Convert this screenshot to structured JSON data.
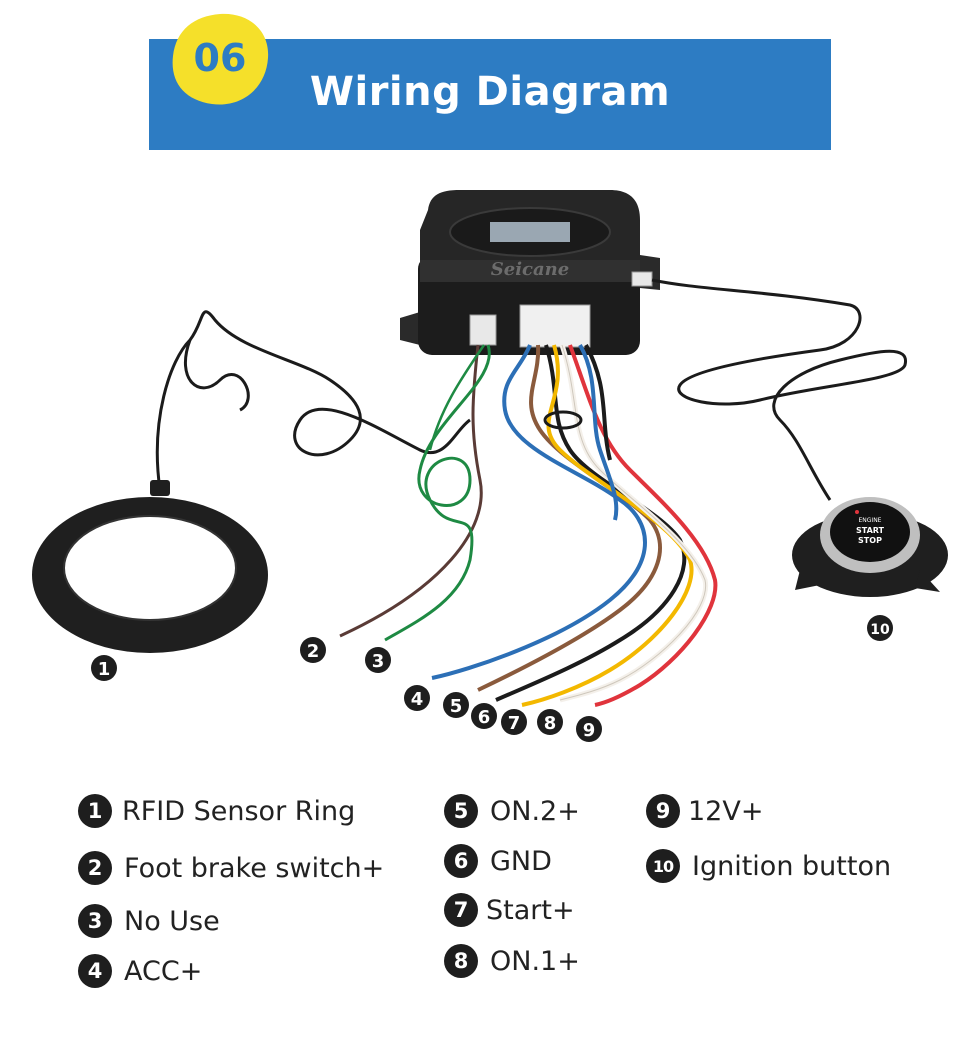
{
  "header": {
    "step": "06",
    "title": "Wiring Diagram"
  },
  "device": {
    "brand": "Seicane",
    "button_text": [
      "ENGINE",
      "START",
      "STOP"
    ]
  },
  "callouts": [
    "1",
    "2",
    "3",
    "4",
    "5",
    "6",
    "7",
    "8",
    "9",
    "10"
  ],
  "legend": [
    {
      "num": "1",
      "label": "RFID Sensor Ring"
    },
    {
      "num": "2",
      "label": "Foot brake switch+"
    },
    {
      "num": "3",
      "label": "No Use"
    },
    {
      "num": "4",
      "label": "ACC+"
    },
    {
      "num": "5",
      "label": "ON.2+"
    },
    {
      "num": "6",
      "label": "GND"
    },
    {
      "num": "7",
      "label": "Start+"
    },
    {
      "num": "8",
      "label": "ON.1+"
    },
    {
      "num": "9",
      "label": "12V+"
    },
    {
      "num": "10",
      "label": "Ignition button"
    }
  ],
  "colors": {
    "banner": "#2d7cc3",
    "badge": "#f5e02a",
    "wire_brown_dark": "#5a3b36",
    "wire_green": "#1e8a43",
    "wire_blue": "#2c6fb6",
    "wire_brown": "#8a5a3c",
    "wire_black": "#1b1b1b",
    "wire_yellow": "#f3b800",
    "wire_white": "#f4f0ea",
    "wire_red": "#e0343c"
  }
}
